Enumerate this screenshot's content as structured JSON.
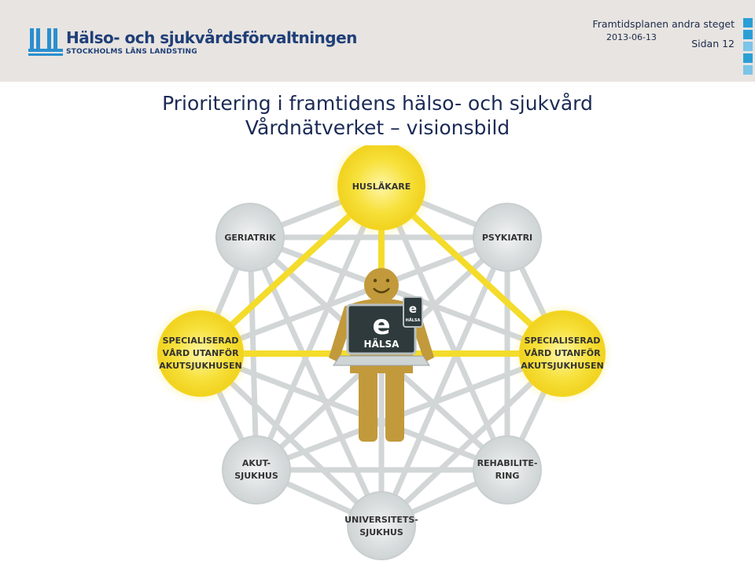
{
  "header": {
    "org_name": "Hälso- och sjukvårdsförvaltningen",
    "org_sub": "STOCKHOLMS LÄNS LANDSTING",
    "doc_title": "Framtidsplanen andra steget",
    "date": "2013-06-13",
    "page": "Sidan 12"
  },
  "title": {
    "line1": "Prioritering i framtidens hälso- och sjukvård",
    "line2": "Vårdnätverket – visionsbild"
  },
  "diagram": {
    "nodes": {
      "huslakare": [
        "HUSLÄKARE"
      ],
      "geriatrik": [
        "GERIATRIK"
      ],
      "psykiatri": [
        "PSYKIATRI"
      ],
      "spec_left": [
        "SPECIALISERAD",
        "VÅRD UTANFÖR",
        "AKUTSJUKHUSEN"
      ],
      "spec_right": [
        "SPECIALISERAD",
        "VÅRD UTANFÖR",
        "AKUTSJUKHUSEN"
      ],
      "akut": [
        "AKUT-",
        "SJUKHUS"
      ],
      "rehab": [
        "REHABILITE-",
        "RING"
      ],
      "univ": [
        "UNIVERSITETS-",
        "SJUKHUS"
      ]
    },
    "center": {
      "laptop_letter": "e",
      "laptop_text": "HÄLSA",
      "phone_letter": "e",
      "phone_text": "HÄLSA"
    },
    "colors": {
      "yellow": "#f7e13c",
      "grey": "#d6dadb",
      "person": "#c29a3c"
    }
  }
}
